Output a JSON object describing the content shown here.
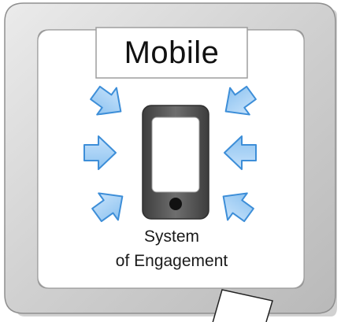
{
  "title": "Mobile",
  "caption": {
    "line1": "System",
    "line2": "of Engagement"
  },
  "colors": {
    "frame": "#cfcfcf",
    "arrow_fill": "#a9d2f5",
    "arrow_stroke": "#3d8ed8",
    "phone_body": "#555555",
    "phone_screen": "#ffffff"
  },
  "icons": {
    "phone": "smartphone-icon",
    "arrows": "inward-arrow-icon",
    "callout": "speech-callout-icon"
  }
}
